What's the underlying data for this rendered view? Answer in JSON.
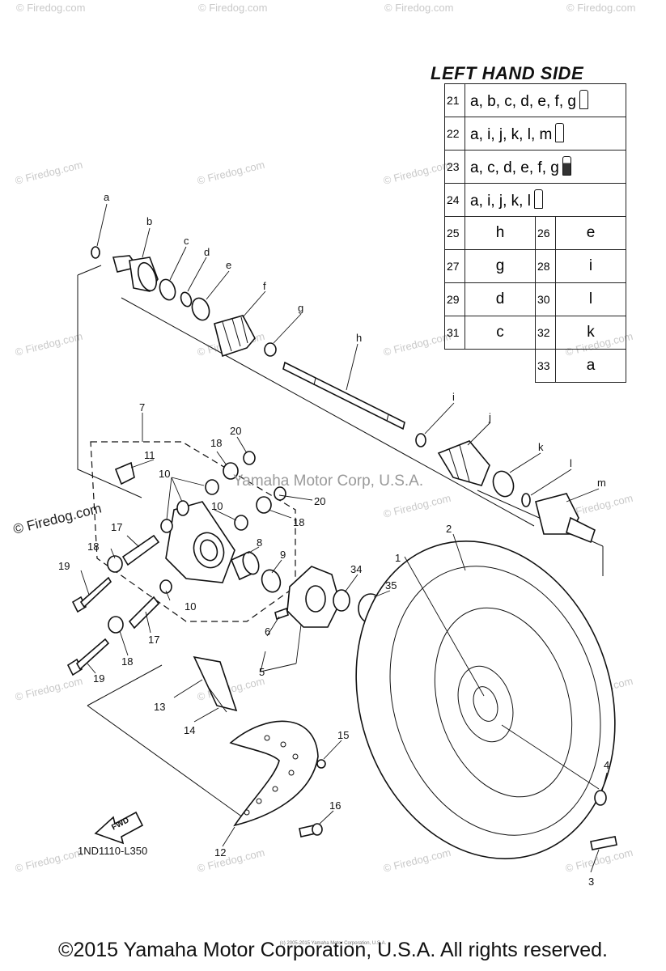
{
  "title": "LEFT HAND SIDE",
  "diagram_code": "1ND1110-L350",
  "watermark": "© Firedog.com",
  "center_watermark": "Yamaha Motor Corp, U.S.A.",
  "fwd_label": "FWD",
  "copyright": "©2015 Yamaha Motor Corporation, U.S.A. All rights reserved.",
  "copyright_small": "(c) 2005-2015 Yamaha Motor Corporation, U.S.A.",
  "lubrication_table": {
    "wide_rows": [
      {
        "num": "21",
        "codes": "a, b, c, d, e, f, g",
        "icon": "grease-tube-icon"
      },
      {
        "num": "22",
        "codes": "a, i, j, k, l, m",
        "icon": "grease-tube-icon"
      },
      {
        "num": "23",
        "codes": "a, c, d, e, f, g",
        "icon": "grease-tube-icon"
      },
      {
        "num": "24",
        "codes": "a, i, j, k, l",
        "icon": "grease-tube-icon"
      }
    ],
    "pair_rows": [
      {
        "num1": "25",
        "code1": "h",
        "num2": "26",
        "code2": "e"
      },
      {
        "num1": "27",
        "code1": "g",
        "num2": "28",
        "code2": "i"
      },
      {
        "num1": "29",
        "code1": "d",
        "num2": "30",
        "code2": "l"
      },
      {
        "num1": "31",
        "code1": "c",
        "num2": "32",
        "code2": "k"
      }
    ],
    "last_row": {
      "num": "33",
      "code": "a"
    }
  },
  "labels": {
    "a": "a",
    "b": "b",
    "c": "c",
    "d": "d",
    "e": "e",
    "f": "f",
    "g": "g",
    "h": "h",
    "i": "i",
    "j": "j",
    "k": "k",
    "l": "l",
    "m": "m",
    "n1": "1",
    "n2": "2",
    "n3": "3",
    "n4": "4",
    "n5": "5",
    "n6": "6",
    "n7": "7",
    "n8": "8",
    "n9": "9",
    "n10": "10",
    "n11": "11",
    "n12": "12",
    "n13": "13",
    "n14": "14",
    "n15": "15",
    "n16": "16",
    "n17": "17",
    "n18": "18",
    "n19": "19",
    "n20": "20",
    "n34": "34",
    "n35": "35"
  }
}
